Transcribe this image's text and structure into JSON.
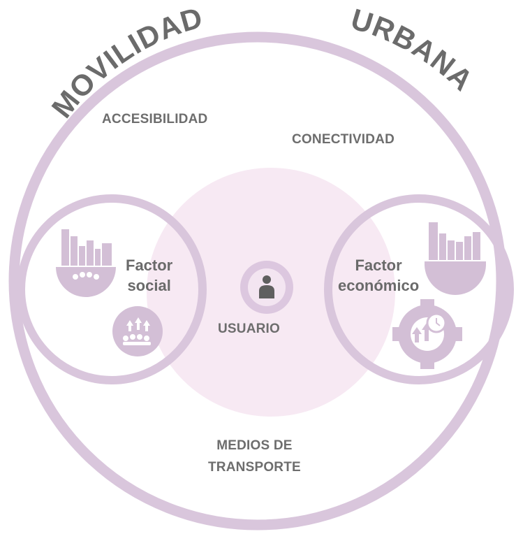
{
  "title": {
    "left": "MOVILIDAD",
    "right": "URBANA"
  },
  "labels": {
    "accesibilidad": "ACCESIBILIDAD",
    "conectividad": "CONECTIVIDAD",
    "usuario": "USUARIO",
    "medios_line1": "MEDIOS DE",
    "medios_line2": "TRANSPORTE",
    "social_line1": "Factor",
    "social_line2": "social",
    "economico_line1": "Factor",
    "economico_line2": "económico"
  },
  "icons": {
    "social_top": "city-people-icon",
    "social_bottom": "people-growth-icon",
    "economic_top": "city-gear-icon",
    "economic_bottom": "gear-growth-clock-icon",
    "center": "user-icon"
  },
  "colors": {
    "ring": "#d9c6dc",
    "icon": "#d3bfd6",
    "center_fill": "#f7e9f3",
    "text": "#6d6d6d",
    "user_icon": "#5f5f5f"
  }
}
